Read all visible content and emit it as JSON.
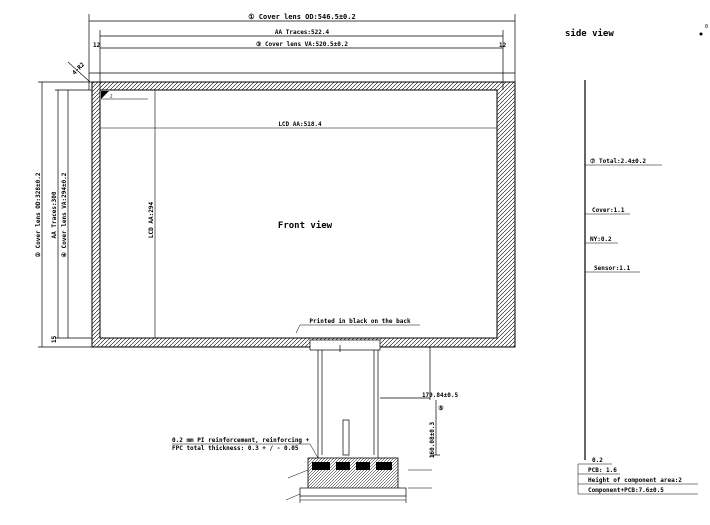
{
  "dimensions": {
    "cover_od_width": "① Cover lens OD:546.5±0.2",
    "aa_traces_width": "AA Traces:522.4",
    "cover_va_width": "③ Cover lens VA:520.5±0.2",
    "margin_left": "12",
    "margin_right": "12",
    "corner_r": "4-R2",
    "cover_od_height": "② Cover lens OD:328±0.2",
    "aa_traces_height": "AA Traces:300",
    "cover_va_height": "④ Cover lens VA:294±0.2",
    "margin_bottom": "15",
    "lcd_aa_width": "LCD AA:518.4",
    "lcd_aa_height": "LCD AA:294",
    "fpc_length": "179.84±0.5",
    "fpc_width": "160.08±0.3",
    "bubble_5": "⑤"
  },
  "labels": {
    "front_view": "Front view",
    "printed_note": "Printed in black on the back",
    "corner_tag": "Z"
  },
  "side_view": {
    "title": "side view",
    "total": "⑦ Total:2.4±0.2",
    "cover": "Cover:1.1",
    "oca": "NY:0.2",
    "sensor": "Sensor:1.1"
  },
  "fpc_notes": {
    "reinforcement_line1": "0.2 mm PI reinforcement, reinforcing +",
    "reinforcement_line2": "FPC total thickness: 0.3 + / - 0.05",
    "pcb": "PCB: 1.6",
    "height_component": "Height of component area:2",
    "component_pcb": "Component+PCB:7.6±0.5",
    "small_dim": "0.2"
  }
}
